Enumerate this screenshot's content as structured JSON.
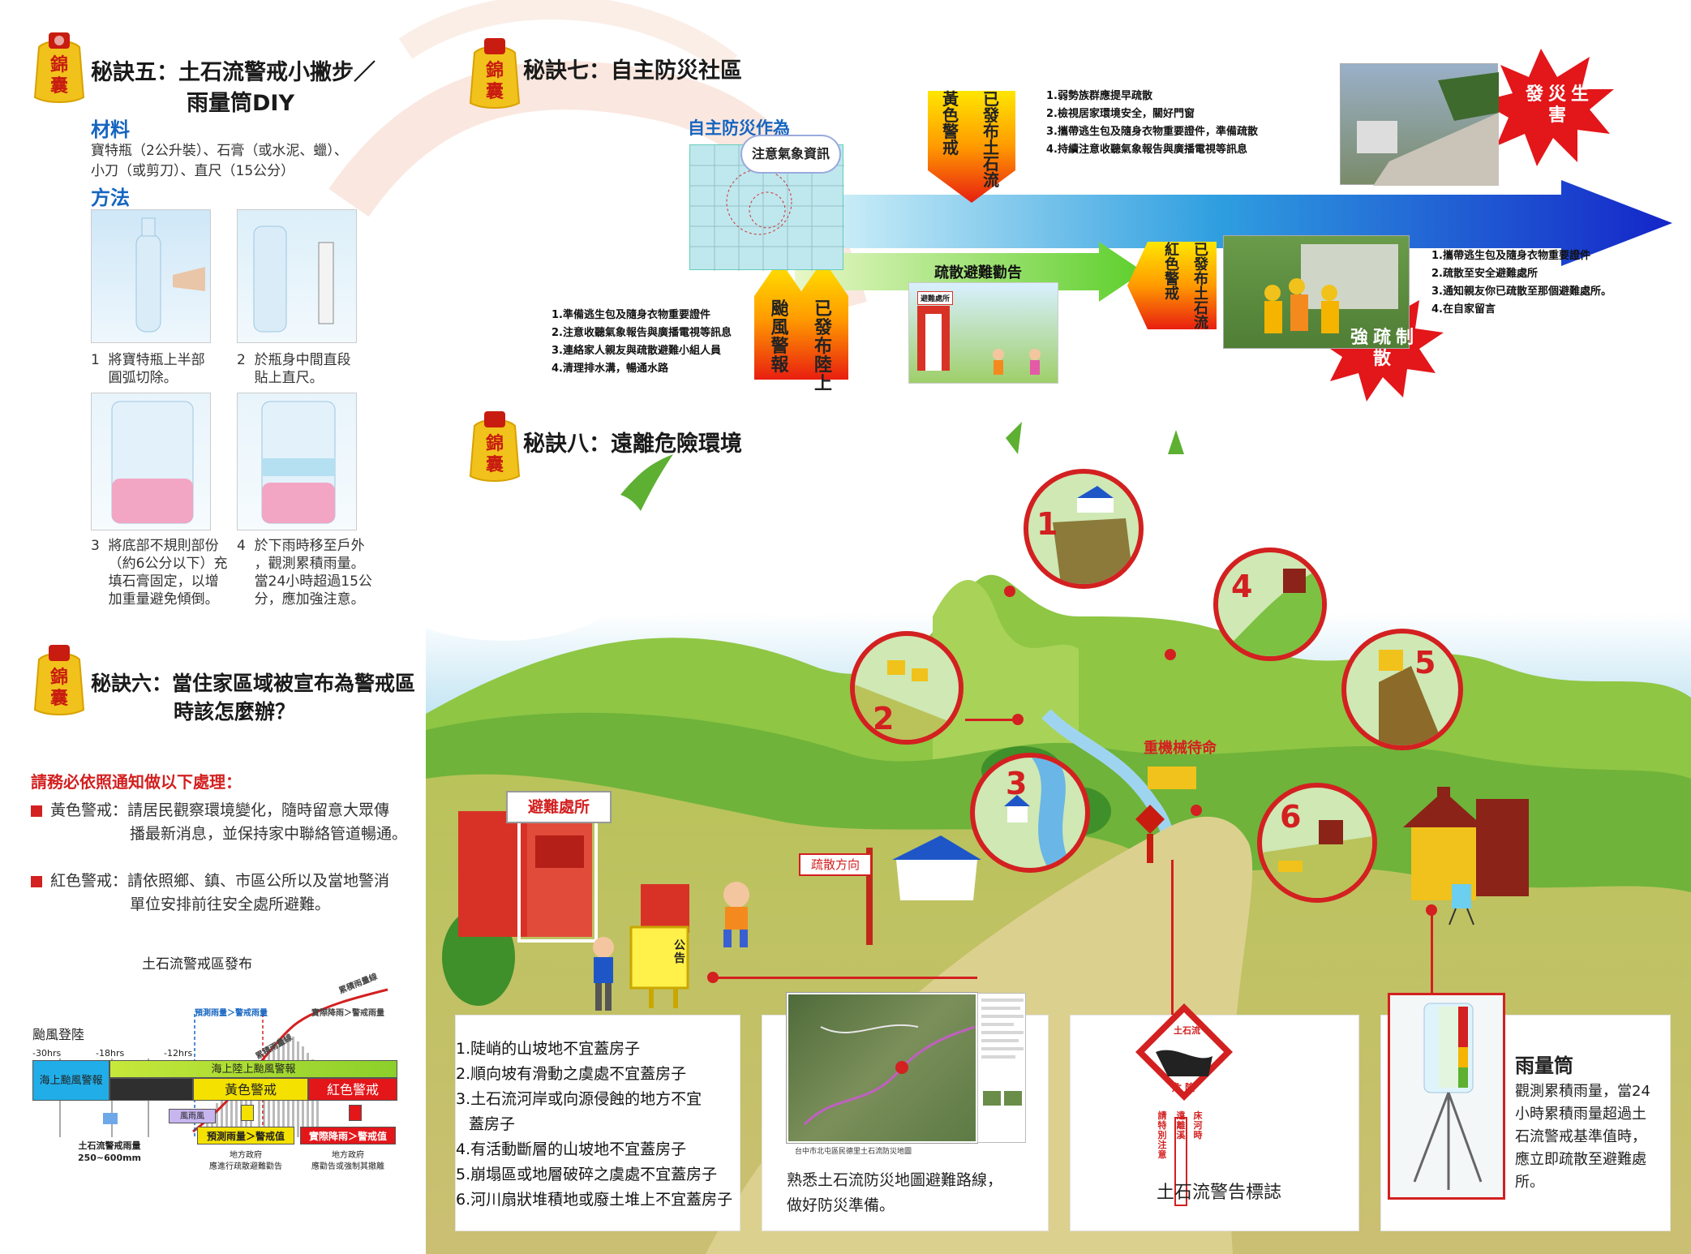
{
  "colors": {
    "red": "#d32020",
    "blue": "#1565c0",
    "yellow": "#f4e100",
    "green": "#7cc142"
  },
  "badge_text": [
    "錦",
    "囊"
  ],
  "sec5": {
    "title_line1": "秘訣五：土石流警戒小撇步／",
    "title_line2": "雨量筒DIY",
    "materials_head": "材料",
    "materials_line1": "寶特瓶（2公升裝）、石膏（或水泥、蠟）、",
    "materials_line2": "小刀（或剪刀）、直尺（15公分）",
    "method_head": "方法",
    "steps": [
      {
        "num": "1",
        "lines": [
          "將寶特瓶上半部",
          "圓弧切除。"
        ]
      },
      {
        "num": "2",
        "lines": [
          "於瓶身中間直段",
          "貼上直尺。"
        ]
      },
      {
        "num": "3",
        "lines": [
          "將底部不規則部份",
          "（約6公分以下）充",
          "填石膏固定，以增",
          "加重量避免傾倒。"
        ]
      },
      {
        "num": "4",
        "lines": [
          "於下雨時移至戶外",
          "，觀測累積雨量。",
          "當24小時超過15公",
          "分，應加強注意。"
        ]
      }
    ]
  },
  "sec6": {
    "title_line1": "秘訣六：當住家區域被宣布為警戒區",
    "title_line2": "時該怎麼辦？",
    "notice": "請務必依照通知做以下處理：",
    "yellow_label": "黃色警戒：",
    "yellow_line1": "請居民觀察環境變化，隨時留意大眾傳",
    "yellow_line2": "播最新消息，並保持家中聯絡管道暢通。",
    "red_label": "紅色警戒：",
    "red_line1": "請依照鄉、鎮、市區公所以及當地警消",
    "red_line2": "單位安排前往安全處所避難。"
  },
  "chart": {
    "title": "土石流警戒區發布",
    "typhoon": "颱風登陸",
    "times": [
      "-30hrs",
      "-18hrs",
      "-12hrs"
    ],
    "sea": "海上颱風警報",
    "land": "海上陸上颱風警報",
    "yellow": "黃色警戒",
    "red": "紅色警戒",
    "wind": "風雨風",
    "forecast": "預測雨量＞警戒值",
    "actual": "實際降雨＞警戒值",
    "forecast_top": "預測雨量＞警戒雨量",
    "actual_top": "實際降雨＞警戒雨量",
    "cum": "累積雨量線",
    "cum2": "累積雨量線",
    "rain_label1": "土石流警戒雨量",
    "rain_label2": "250~600mm",
    "gov1_1": "地方政府",
    "gov1_2": "應進行疏散避難勸告",
    "gov2_1": "地方政府",
    "gov2_2": "應勸告或強制其撤離"
  },
  "sec7": {
    "title": "秘訣七：自主防災社區",
    "action_head": "自主防災作為",
    "weather": "注意氣象資訊",
    "typhoon_warn": [
      "已",
      "發",
      "布",
      "陸",
      "上"
    ],
    "typhoon_warn2": [
      "颱",
      "風",
      "警",
      "報"
    ],
    "yellow_warn_a": [
      "已",
      "發",
      "布",
      "土",
      "石",
      "流"
    ],
    "yellow_warn_b": [
      "黃",
      "色",
      "警",
      "戒"
    ],
    "red_warn_a": [
      "已",
      "發",
      "布",
      "土",
      "石",
      "流"
    ],
    "red_warn_b": [
      "紅",
      "色",
      "警",
      "戒"
    ],
    "evac_advice": "疏散避難勸告",
    "shelter_small": "避難處所",
    "list_a": [
      "1.準備逃生包及隨身衣物重要證件",
      "2.注意收聽氣象報告與廣播電視等訊息",
      "3.連絡家人親友與疏散避難小組人員",
      "4.清理排水溝，暢通水路"
    ],
    "list_b": [
      "1.弱勢族群應提早疏散",
      "2.檢視居家環境安全，關好門窗",
      "3.攜帶逃生包及隨身衣物重要證件，準備疏散",
      "4.持續注意收聽氣象報告與廣播電視等訊息"
    ],
    "list_c": [
      "1.攜帶逃生包及隨身衣物重要證件",
      "2.疏散至安全避難處所",
      "3.通知親友你已疏散至那個避難處所。",
      "4.在自家留言"
    ],
    "disaster": [
      "發",
      "災",
      "生",
      "害"
    ],
    "forced": [
      "強",
      "疏",
      "制",
      "散"
    ]
  },
  "sec8": {
    "title": "秘訣八：遠離危險環境",
    "circles": [
      "1",
      "2",
      "3",
      "4",
      "5",
      "6"
    ],
    "machine": "重機械待命",
    "shelter_sign": "避難處所",
    "direction": "疏散方向",
    "notice_board": "公告",
    "list": [
      "1.陡峭的山坡地不宜蓋房子",
      "2.順向坡有滑動之虞處不宜蓋房子",
      "3.土石流河岸或向源侵蝕的地方不宜",
      "蓋房子",
      "4.有活動斷層的山坡地不宜蓋房子",
      "5.崩塌區或地層破碎之虞處不宜蓋房子",
      "6.河川扇狀堆積地或廢土堆上不宜蓋房子"
    ],
    "map_caption_small": "台中市北屯區民德里土石流防災地圖",
    "map_caption1": "熟悉土石流防災地圖避難路線，",
    "map_caption2": "做好防災準備。",
    "sign_label": "土石流警告標誌",
    "sign_top": "土石流",
    "sign_mid": "危 險",
    "sign_post": [
      "請",
      "特",
      "別",
      "注",
      "意",
      "遠",
      "離",
      "溪",
      "床",
      "河",
      "時"
    ],
    "gauge_title": "雨量筒",
    "gauge_lines": [
      "觀測累積雨量，當24",
      "小時累積雨量超過土",
      "石流警戒基準值時，",
      "應立即疏散至避難處",
      "所。"
    ]
  }
}
